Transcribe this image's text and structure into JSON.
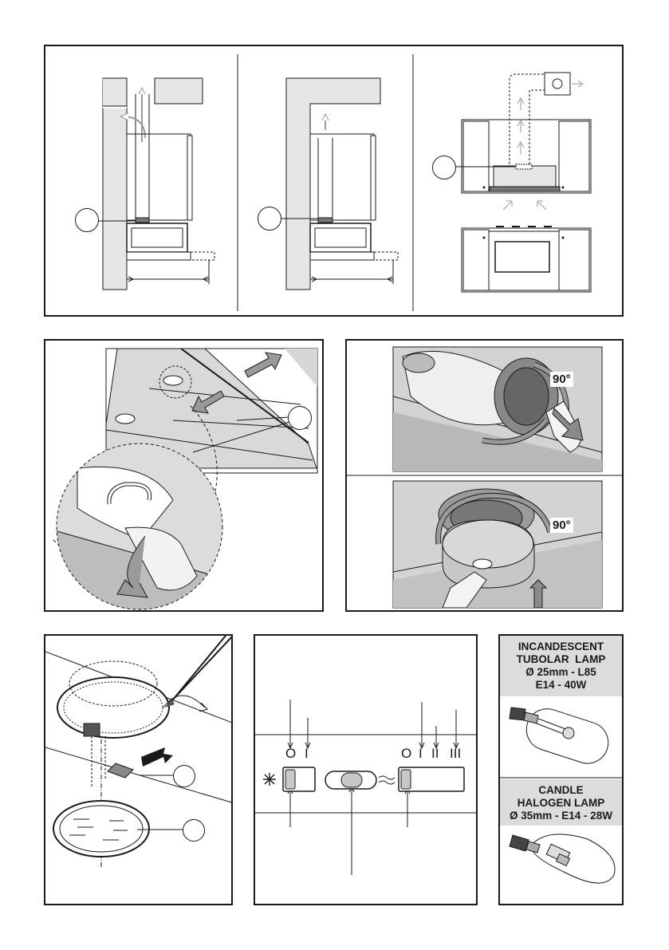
{
  "rotation_labels": {
    "twist_top": "90°",
    "twist_bottom": "90°"
  },
  "switch_symbols": {
    "light_off": "O",
    "light_on": "I",
    "speed_off": "O",
    "speed_1": "I",
    "speed_2": "II",
    "speed_3": "III"
  },
  "lamps": {
    "incandescent": {
      "line1": "INCANDESCENT",
      "line2": "TUBOLAR  LAMP",
      "line3": "Ø 25mm - L85",
      "line4": "E14 - 40W"
    },
    "halogen": {
      "line1": "CANDLE",
      "line2": "HALOGEN LAMP",
      "line3": "Ø 35mm - E14 - 28W"
    }
  },
  "colors": {
    "stroke": "#1a1a1a",
    "wall": "#e6e6e6",
    "photo": "#cfcfcf",
    "arrow": "#8a8a8a"
  }
}
